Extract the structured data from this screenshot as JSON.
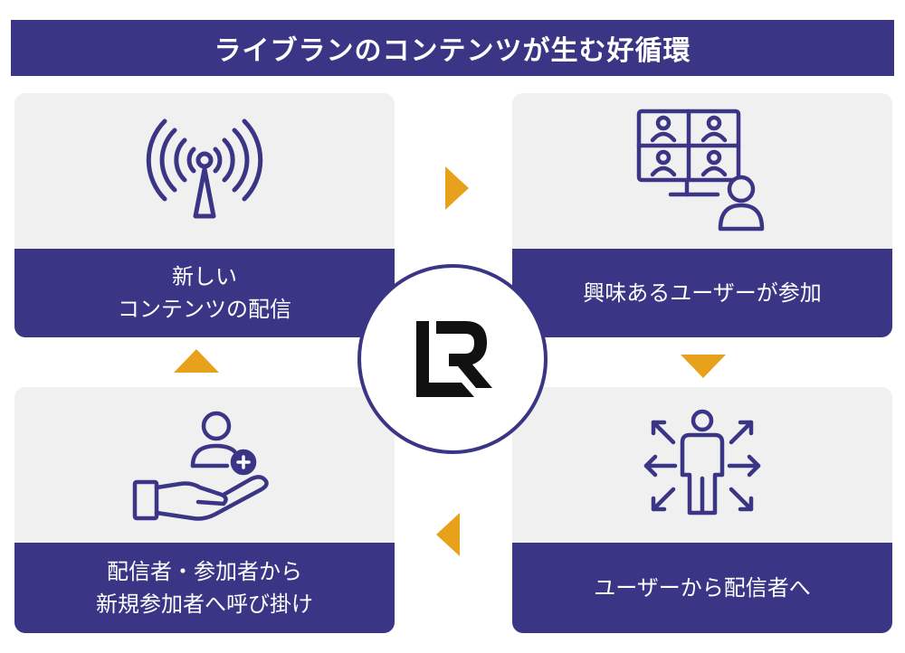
{
  "title": "ライブランのコンテンツが生む好循環",
  "colors": {
    "primary": "#3a3585",
    "accent": "#e8a11a",
    "card_bg": "#f0f0f0"
  },
  "logo": {
    "icon": "liveran-lr-logo"
  },
  "cards": {
    "top_left": {
      "icon": "broadcast-antenna-icon",
      "lines": [
        "新しい",
        "コンテンツの配信"
      ]
    },
    "top_right": {
      "icon": "video-conference-users-icon",
      "lines": [
        "興味あるユーザーが参加"
      ]
    },
    "bottom_right": {
      "icon": "person-expanding-arrows-icon",
      "lines": [
        "ユーザーから配信者へ"
      ]
    },
    "bottom_left": {
      "icon": "hand-add-user-icon",
      "lines": [
        "配信者・参加者から",
        "新規参加者へ呼び掛け"
      ]
    }
  },
  "arrows": [
    "right",
    "down",
    "left",
    "up"
  ]
}
